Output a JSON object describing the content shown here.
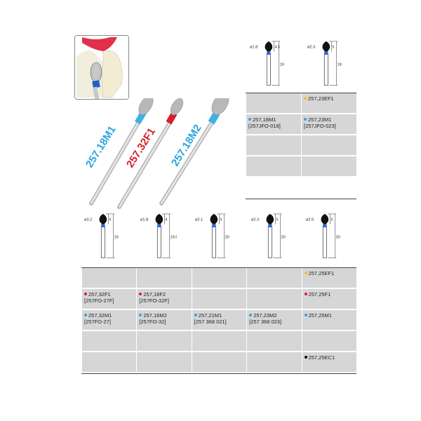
{
  "colors": {
    "blue": "#2aa4dc",
    "red": "#d8202c",
    "yellow": "#f0c020",
    "black": "#111111",
    "cell_bg": "#d6d6d6"
  },
  "bur_labels": [
    {
      "text": "257.18M1",
      "color": "#2aa4dc"
    },
    {
      "text": "257.32F1",
      "color": "#d8202c"
    },
    {
      "text": "257.18M2",
      "color": "#2aa4dc"
    }
  ],
  "top_specs": [
    {
      "diameter": "ø1.8",
      "head": "4.5",
      "total": "19"
    },
    {
      "diameter": "ø2.3",
      "head": "5",
      "total": "19"
    }
  ],
  "bottom_specs": [
    {
      "diameter": "ø3.2",
      "head": "5",
      "total": "19"
    },
    {
      "diameter": "ø1.8",
      "head": "4",
      "total": "19.5"
    },
    {
      "diameter": "ø2.1",
      "head": "5",
      "total": "20"
    },
    {
      "diameter": "ø2.3",
      "head": "5",
      "total": "20"
    },
    {
      "diameter": "ø2.5",
      "head": "5",
      "total": "20"
    }
  ],
  "top_table": {
    "rows": [
      [
        null,
        {
          "dot": "yellow",
          "code": "257,23EF1",
          "ref": ""
        }
      ],
      [
        {
          "dot": "blue",
          "code": "257,18M1",
          "ref": "[257JFO-018]"
        },
        {
          "dot": "blue",
          "code": "257,23M1",
          "ref": "[257JFO-023]"
        }
      ],
      [
        null,
        null
      ],
      [
        null,
        null
      ]
    ]
  },
  "bottom_table": {
    "rows": [
      [
        null,
        null,
        null,
        null,
        {
          "dot": "yellow",
          "code": "257,25EF1",
          "ref": ""
        }
      ],
      [
        {
          "dot": "red",
          "code": "257,32F1",
          "ref": "[257FO-27F]"
        },
        {
          "dot": "red",
          "code": "257,18F2",
          "ref": "[257FO-32F]"
        },
        null,
        null,
        {
          "dot": "red",
          "code": "257,25F1",
          "ref": ""
        }
      ],
      [
        {
          "dot": "blue",
          "code": "257,32M1",
          "ref": "[257FO-27]"
        },
        {
          "dot": "blue",
          "code": "257,18M2",
          "ref": "[257FO-32]"
        },
        {
          "dot": "blue",
          "code": "257,21M1",
          "ref": "[257 368 021]"
        },
        {
          "dot": "blue",
          "code": "257,23M2",
          "ref": "[257 368 023]"
        },
        {
          "dot": "blue",
          "code": "257,25M1",
          "ref": ""
        }
      ],
      [
        null,
        null,
        null,
        null,
        null
      ],
      [
        null,
        null,
        null,
        null,
        {
          "dot": "black",
          "code": "257,25EC1",
          "ref": ""
        }
      ]
    ]
  }
}
